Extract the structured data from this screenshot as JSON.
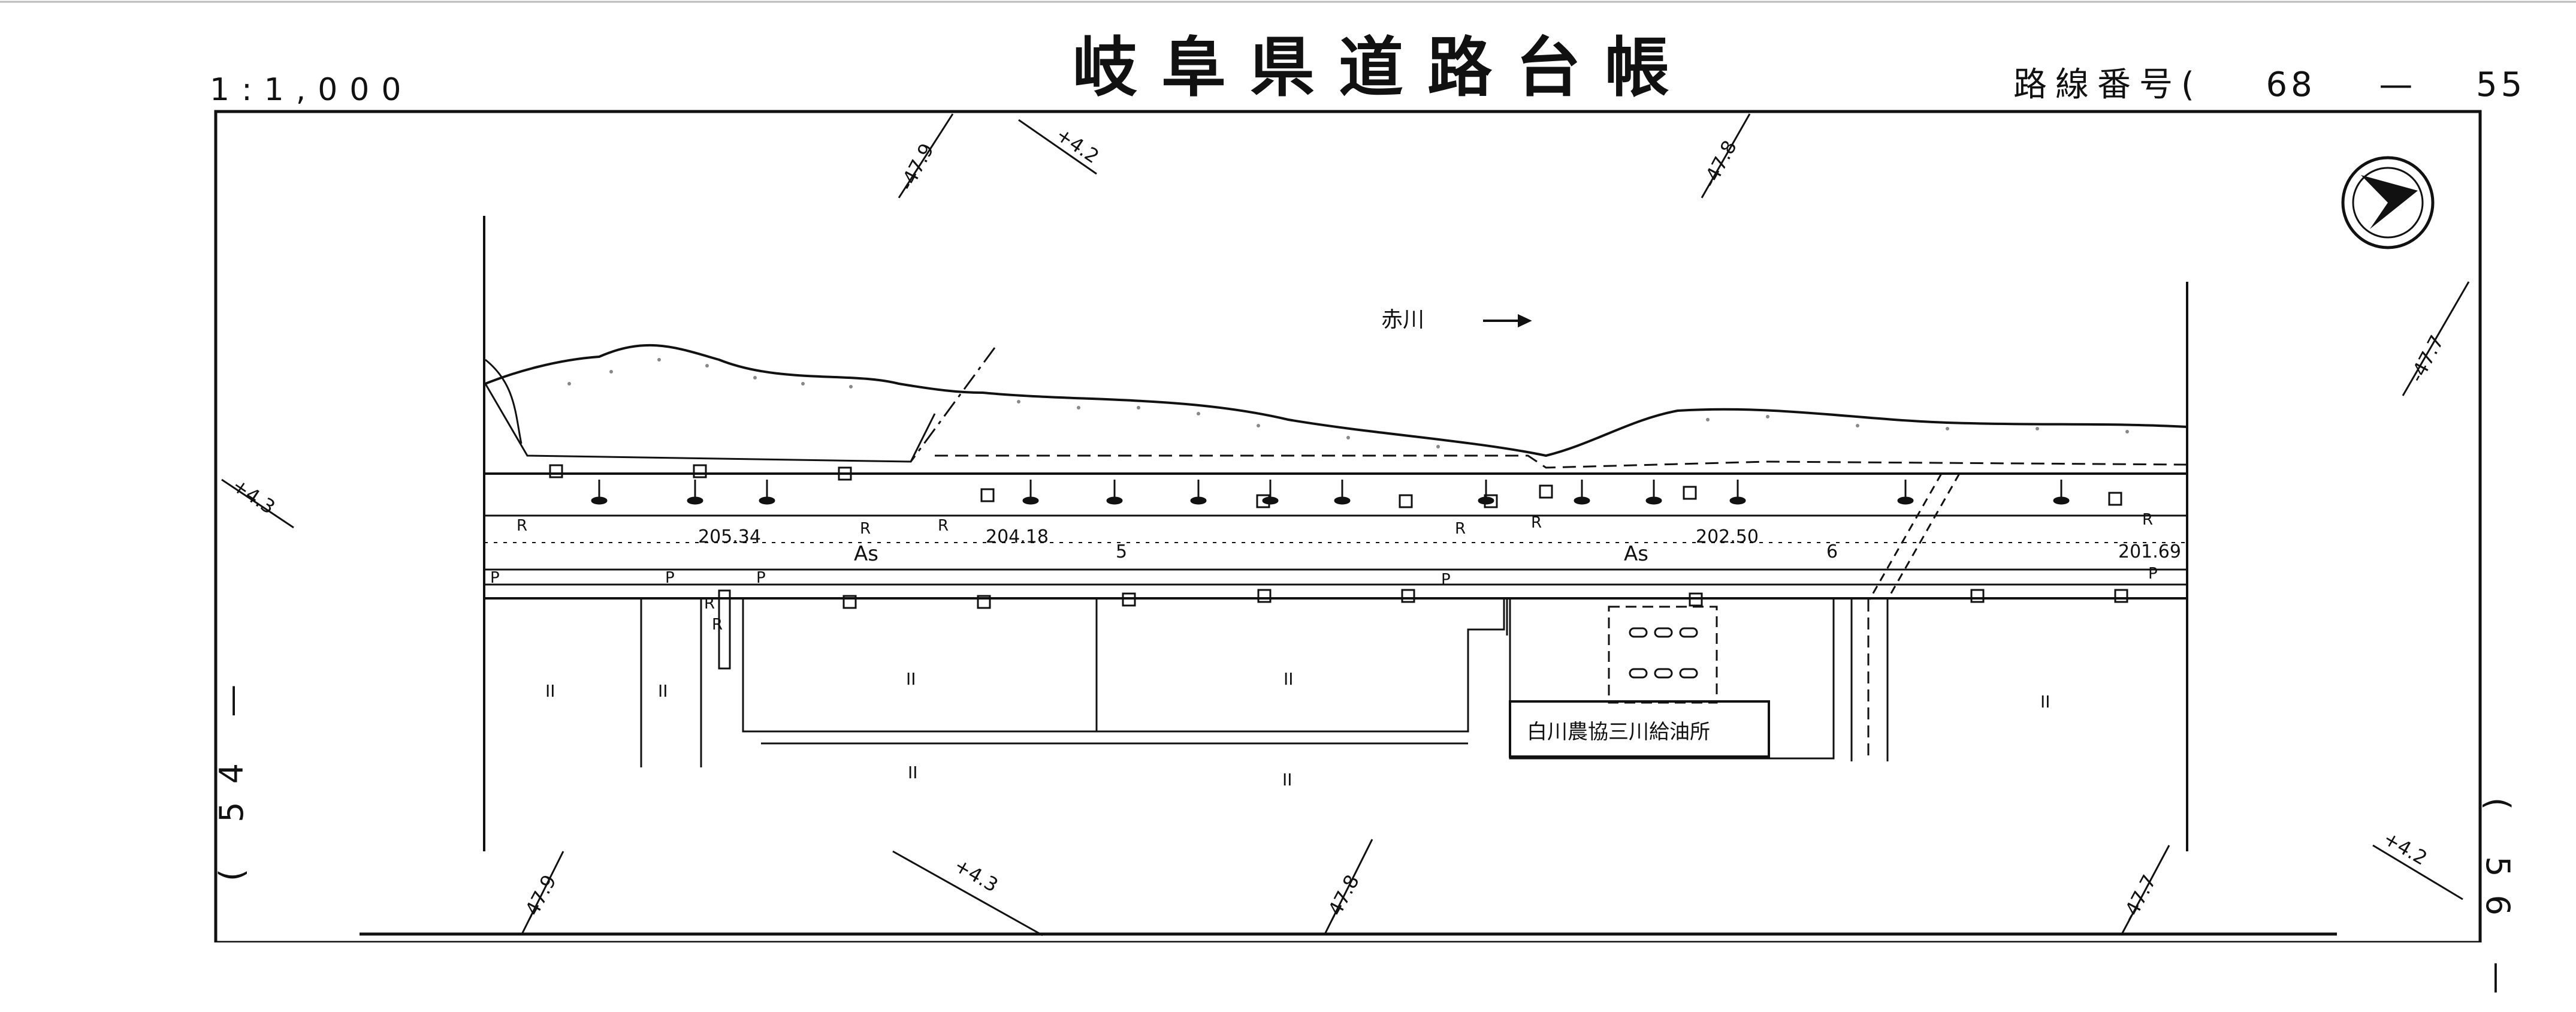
{
  "sheet": {
    "title": "岐阜県道路台帳",
    "scale": "1:1,000",
    "route_label": "路線番号(",
    "route_left": "68",
    "route_dash": "—",
    "route_right": "55",
    "route_close": ")",
    "prev_sheet": "( 54 —",
    "next_sheet": "( 56 —"
  },
  "map": {
    "river_label": "赤川",
    "facility_label": "白川農協三川給油所",
    "pavement_labels": [
      "As",
      "As"
    ],
    "center_elevations": [
      "205.34",
      "204.18",
      "202.50",
      "201.69"
    ],
    "contours_top": [
      "-47.9",
      "+4.2",
      "-47.8",
      "-47.7"
    ],
    "contours_bottom": [
      "-47.9",
      "+4.3",
      "-47.8",
      "-47.7",
      "+4.2"
    ],
    "contours_left": [
      "+4.3"
    ],
    "symbols": {
      "R": "R",
      "P": "P",
      "paddy": "II",
      "num5": "5",
      "num6": "6"
    },
    "north_arrow": "north-arrow"
  }
}
